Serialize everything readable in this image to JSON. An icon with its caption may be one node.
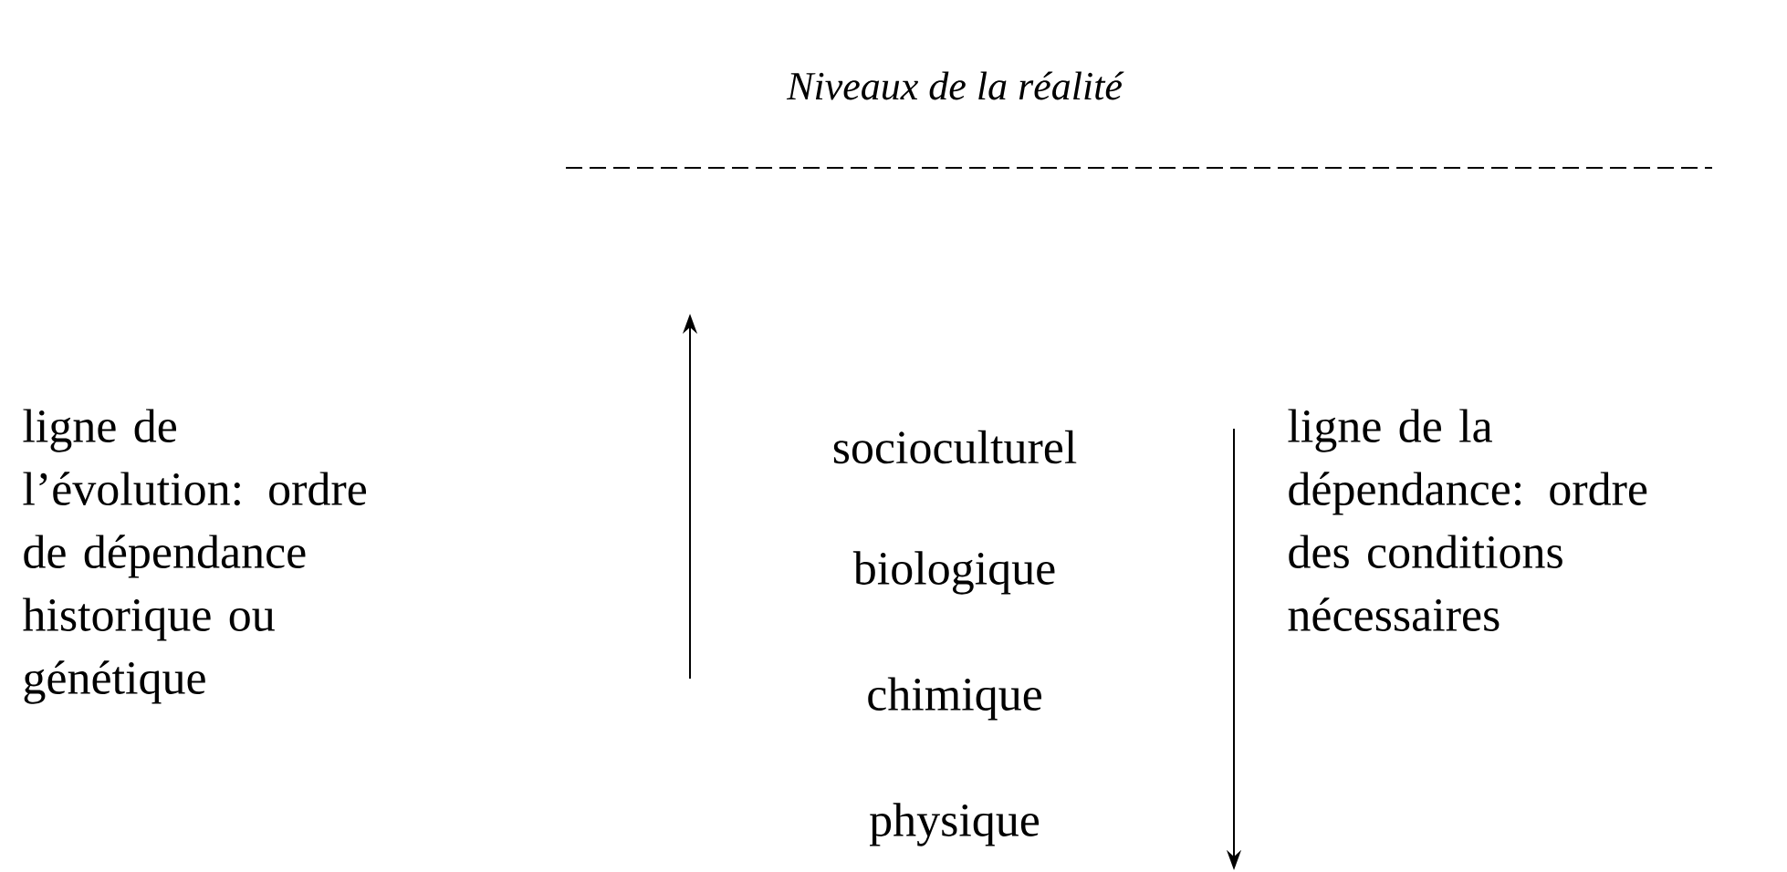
{
  "diagram": {
    "title": "Niveaux de la réalité",
    "labels": [
      "ligne de l’évolution: ordre de dépendance historique ou génétique",
      "socioculturel",
      "ligne de la dépendance: ordre des conditions nécessaires",
      "biologique",
      "chimique",
      "physique"
    ]
  }
}
